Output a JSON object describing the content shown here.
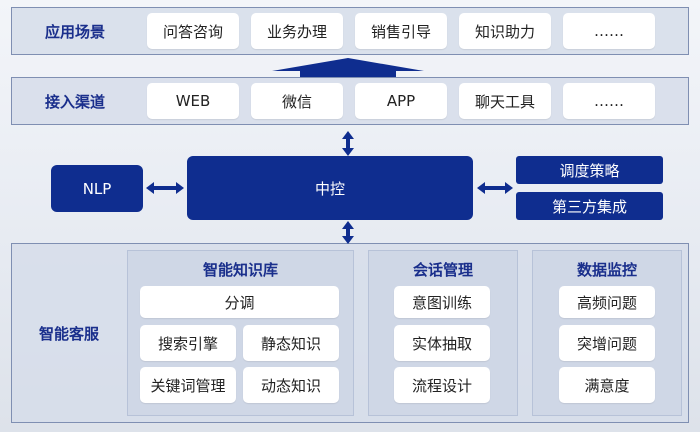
{
  "application_layer": {
    "title": "应用场景",
    "items": [
      "问答咨询",
      "业务办理",
      "销售引导",
      "知识助力",
      "……"
    ]
  },
  "access_layer": {
    "title": "接入渠道",
    "items": [
      "WEB",
      "微信",
      "APP",
      "聊天工具",
      "……"
    ]
  },
  "middle": {
    "nlp": "NLP",
    "control": "中控",
    "scheduling": "调度策略",
    "third_party": "第三方集成"
  },
  "service_layer": {
    "title": "智能客服",
    "knowledge": {
      "title": "智能知识库",
      "tune": "分调",
      "search": "搜索引擎",
      "static": "静态知识",
      "keywords": "关键词管理",
      "dynamic": "动态知识"
    },
    "session": {
      "title": "会话管理",
      "items": [
        "意图训练",
        "实体抽取",
        "流程设计"
      ]
    },
    "monitor": {
      "title": "数据监控",
      "items": [
        "高频问题",
        "突增问题",
        "满意度"
      ]
    }
  },
  "colors": {
    "navy": "#0f2d8f",
    "title_blue": "#1a2f8c",
    "layer_bg": "#d6ddea",
    "border": "#7f8fb2"
  }
}
